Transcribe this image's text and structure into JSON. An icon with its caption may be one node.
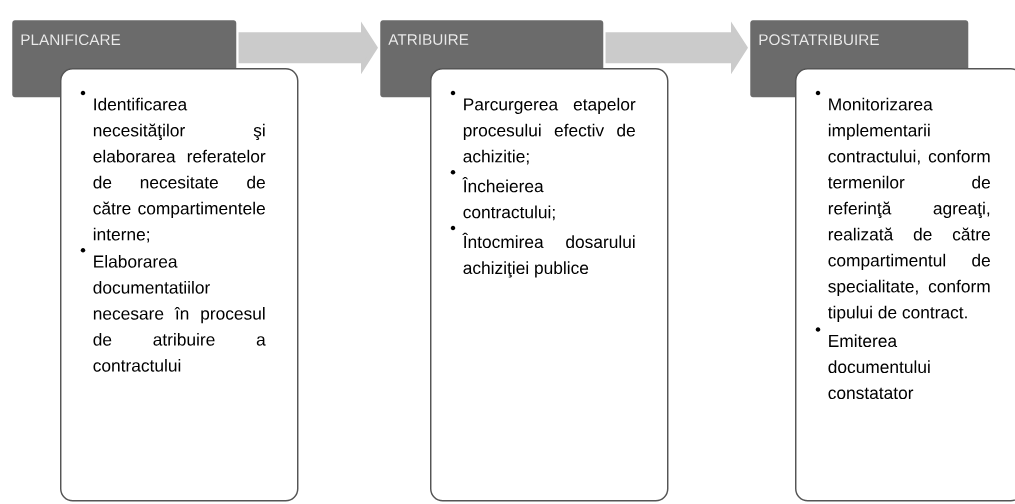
{
  "diagram": {
    "nodes": [
      {
        "text": [
          "PLANIFICARE"
        ]
      },
      {
        "text": [
          "Identificarea necesităţilor şi elaborarea referatelor de necesitate de către compartimentele interne;",
          "Elaborarea documentatiilor necesare în procesul de atribuire a contractului"
        ]
      },
      {
        "text": [
          "ATRIBUIRE"
        ]
      },
      {
        "text": [
          "Parcurgerea etapelor procesului efectiv de achizitie;",
          "Încheierea contractului;",
          "Întocmirea dosarului achiziţiei publice"
        ]
      },
      {
        "text": [
          "POSTATRIBUIRE"
        ]
      },
      {
        "text": [
          "Monitorizarea implementarii contractului, conform termenilor de referinţă agreaţi, realizată de către compartimentul de specialitate, conform tipului de contract.",
          "Emiterea documentului constatator"
        ]
      }
    ],
    "edges": [
      {
        "from": 0,
        "to": 2,
        "arrow": "to"
      },
      {
        "from": 2,
        "to": 4,
        "arrow": "to"
      }
    ]
  }
}
